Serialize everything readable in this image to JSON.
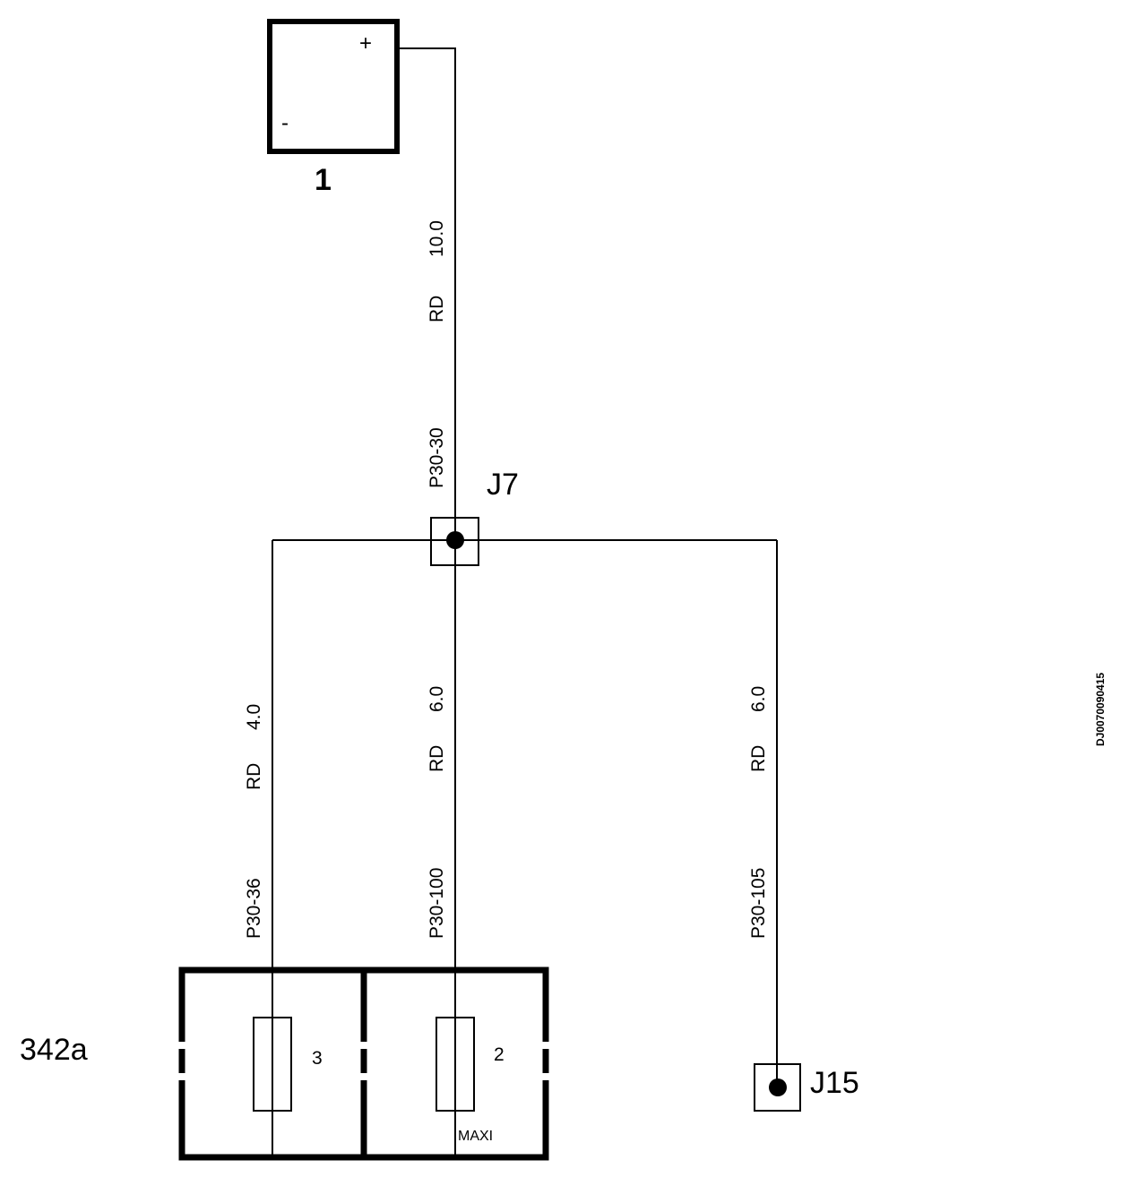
{
  "components": {
    "battery": {
      "id": "1",
      "plus_sign": "+",
      "minus_sign": "-"
    },
    "junction_j7": {
      "id": "J7"
    },
    "junction_j15": {
      "id": "J15"
    },
    "fuse_box": {
      "id": "342a",
      "fuse_left_number": "3",
      "fuse_right_number": "2",
      "fuse_right_type": "MAXI"
    }
  },
  "wires": {
    "battery_to_j7": {
      "circuit": "P30-30",
      "color": "RD",
      "size": "10.0"
    },
    "j7_to_fuse3": {
      "circuit": "P30-36",
      "color": "RD",
      "size": "4.0"
    },
    "j7_to_fuse2": {
      "circuit": "P30-100",
      "color": "RD",
      "size": "6.0"
    },
    "j7_to_j15": {
      "circuit": "P30-105",
      "color": "RD",
      "size": "6.0"
    }
  },
  "document_code": "DJ0070090415"
}
